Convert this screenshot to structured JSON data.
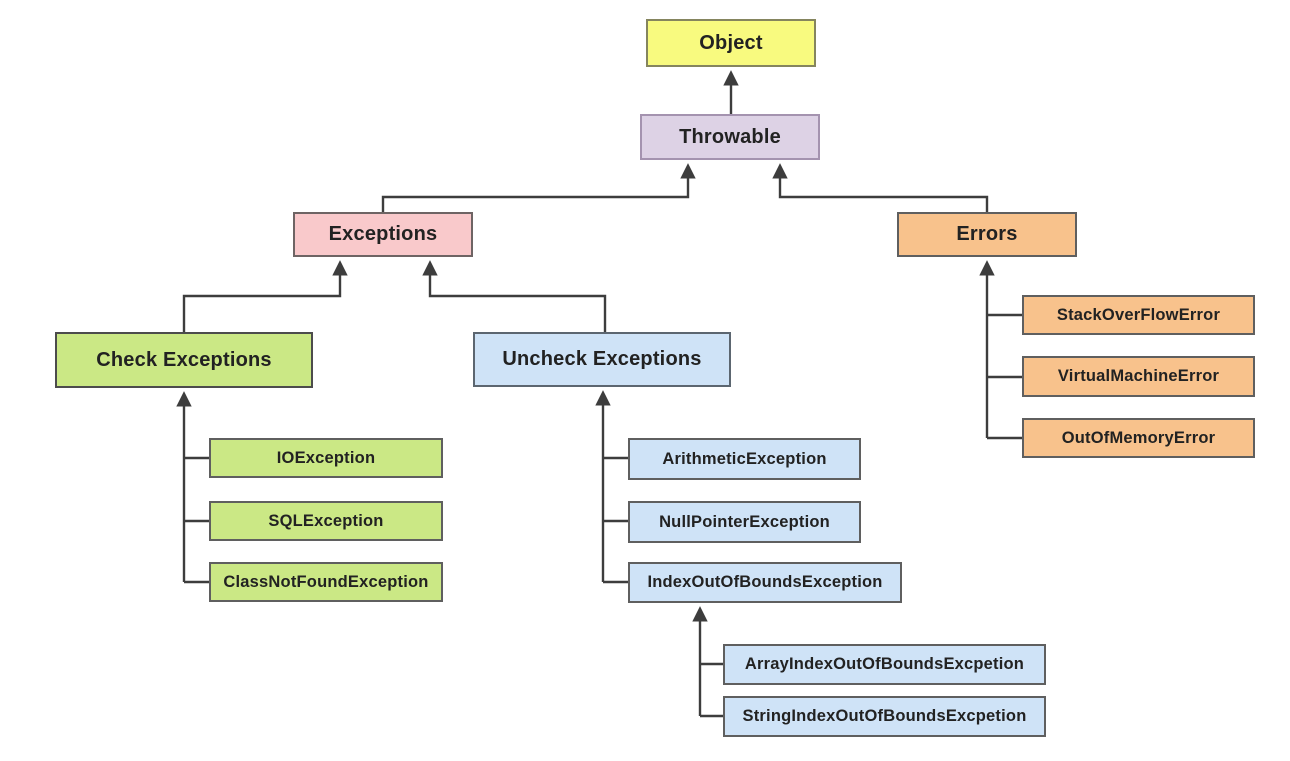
{
  "palette": {
    "yellow": "#f8fa7f",
    "lavender": "#ddd2e5",
    "pink": "#f9c9cb",
    "orange": "#f8c28c",
    "green": "#cbe885",
    "blue": "#cfe3f7",
    "line": "#3d3d3d",
    "text": "#222222"
  },
  "nodes": {
    "object": {
      "label": "Object",
      "color": "yellow"
    },
    "throwable": {
      "label": "Throwable",
      "color": "lavender"
    },
    "exceptions": {
      "label": "Exceptions",
      "color": "pink"
    },
    "errors": {
      "label": "Errors",
      "color": "orange"
    },
    "check": {
      "label": "Check Exceptions",
      "color": "green"
    },
    "uncheck": {
      "label": "Uncheck Exceptions",
      "color": "blue"
    },
    "io": {
      "label": "IOException",
      "color": "green"
    },
    "sql": {
      "label": "SQLException",
      "color": "green"
    },
    "cnf": {
      "label": "ClassNotFoundException",
      "color": "green"
    },
    "arith": {
      "label": "ArithmeticException",
      "color": "blue"
    },
    "npe": {
      "label": "NullPointerException",
      "color": "blue"
    },
    "ioob": {
      "label": "IndexOutOfBoundsException",
      "color": "blue"
    },
    "array": {
      "label": "ArrayIndexOutOfBoundsExcpetion",
      "color": "blue"
    },
    "string": {
      "label": "StringIndexOutOfBoundsExcpetion",
      "color": "blue"
    },
    "sof": {
      "label": "StackOverFlowError",
      "color": "orange"
    },
    "vme": {
      "label": "VirtualMachineError",
      "color": "orange"
    },
    "oom": {
      "label": "OutOfMemoryError",
      "color": "orange"
    }
  },
  "edges": [
    {
      "child": "Throwable",
      "parent": "Object"
    },
    {
      "child": "Exceptions",
      "parent": "Throwable"
    },
    {
      "child": "Errors",
      "parent": "Throwable"
    },
    {
      "child": "Check Exceptions",
      "parent": "Exceptions"
    },
    {
      "child": "Uncheck Exceptions",
      "parent": "Exceptions"
    },
    {
      "child": "IOException",
      "parent": "Check Exceptions"
    },
    {
      "child": "SQLException",
      "parent": "Check Exceptions"
    },
    {
      "child": "ClassNotFoundException",
      "parent": "Check Exceptions"
    },
    {
      "child": "ArithmeticException",
      "parent": "Uncheck Exceptions"
    },
    {
      "child": "NullPointerException",
      "parent": "Uncheck Exceptions"
    },
    {
      "child": "IndexOutOfBoundsException",
      "parent": "Uncheck Exceptions"
    },
    {
      "child": "ArrayIndexOutOfBoundsExcpetion",
      "parent": "IndexOutOfBoundsException"
    },
    {
      "child": "StringIndexOutOfBoundsExcpetion",
      "parent": "IndexOutOfBoundsException"
    },
    {
      "child": "StackOverFlowError",
      "parent": "Errors"
    },
    {
      "child": "VirtualMachineError",
      "parent": "Errors"
    },
    {
      "child": "OutOfMemoryError",
      "parent": "Errors"
    }
  ]
}
